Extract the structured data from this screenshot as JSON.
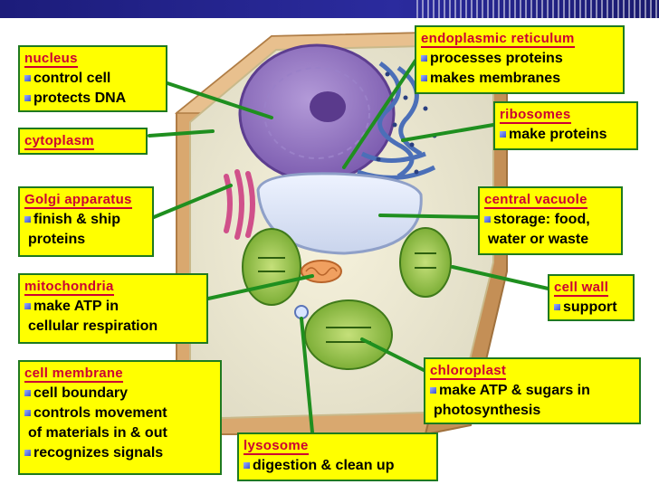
{
  "colors": {
    "box_fill": "#ffff00",
    "box_border": "#1f7a1f",
    "title_color": "#cc0033",
    "leader_line": "#1f8f1f",
    "top_bar": "#2b2b9e"
  },
  "labels": {
    "nucleus": {
      "title": "nucleus",
      "items": [
        "control cell",
        "protects DNA"
      ]
    },
    "cytoplasm": {
      "title": "cytoplasm"
    },
    "golgi": {
      "title": "Golgi apparatus",
      "items": [
        "finish & ship"
      ],
      "cont": "proteins"
    },
    "mitochondria": {
      "title": "mitochondria",
      "items": [
        "make ATP in"
      ],
      "cont": "cellular respiration"
    },
    "membrane": {
      "title": "cell membrane",
      "items": [
        "cell boundary",
        "controls movement"
      ],
      "cont": "of materials in & out",
      "items2": [
        "recognizes signals"
      ]
    },
    "lysosome": {
      "title": "lysosome",
      "items": [
        "digestion & clean up"
      ]
    },
    "er": {
      "title": "endoplasmic reticulum",
      "items": [
        "processes proteins",
        "makes membranes"
      ]
    },
    "ribosomes": {
      "title": "ribosomes",
      "items": [
        "make proteins"
      ]
    },
    "vacuole": {
      "title": "central vacuole",
      "items": [
        "storage: food,"
      ],
      "cont": "water or waste"
    },
    "cellwall": {
      "title": "cell wall",
      "items": [
        "support"
      ]
    },
    "chloroplast": {
      "title": "chloroplast",
      "items": [
        "make ATP & sugars in"
      ],
      "cont": "photosynthesis"
    }
  }
}
